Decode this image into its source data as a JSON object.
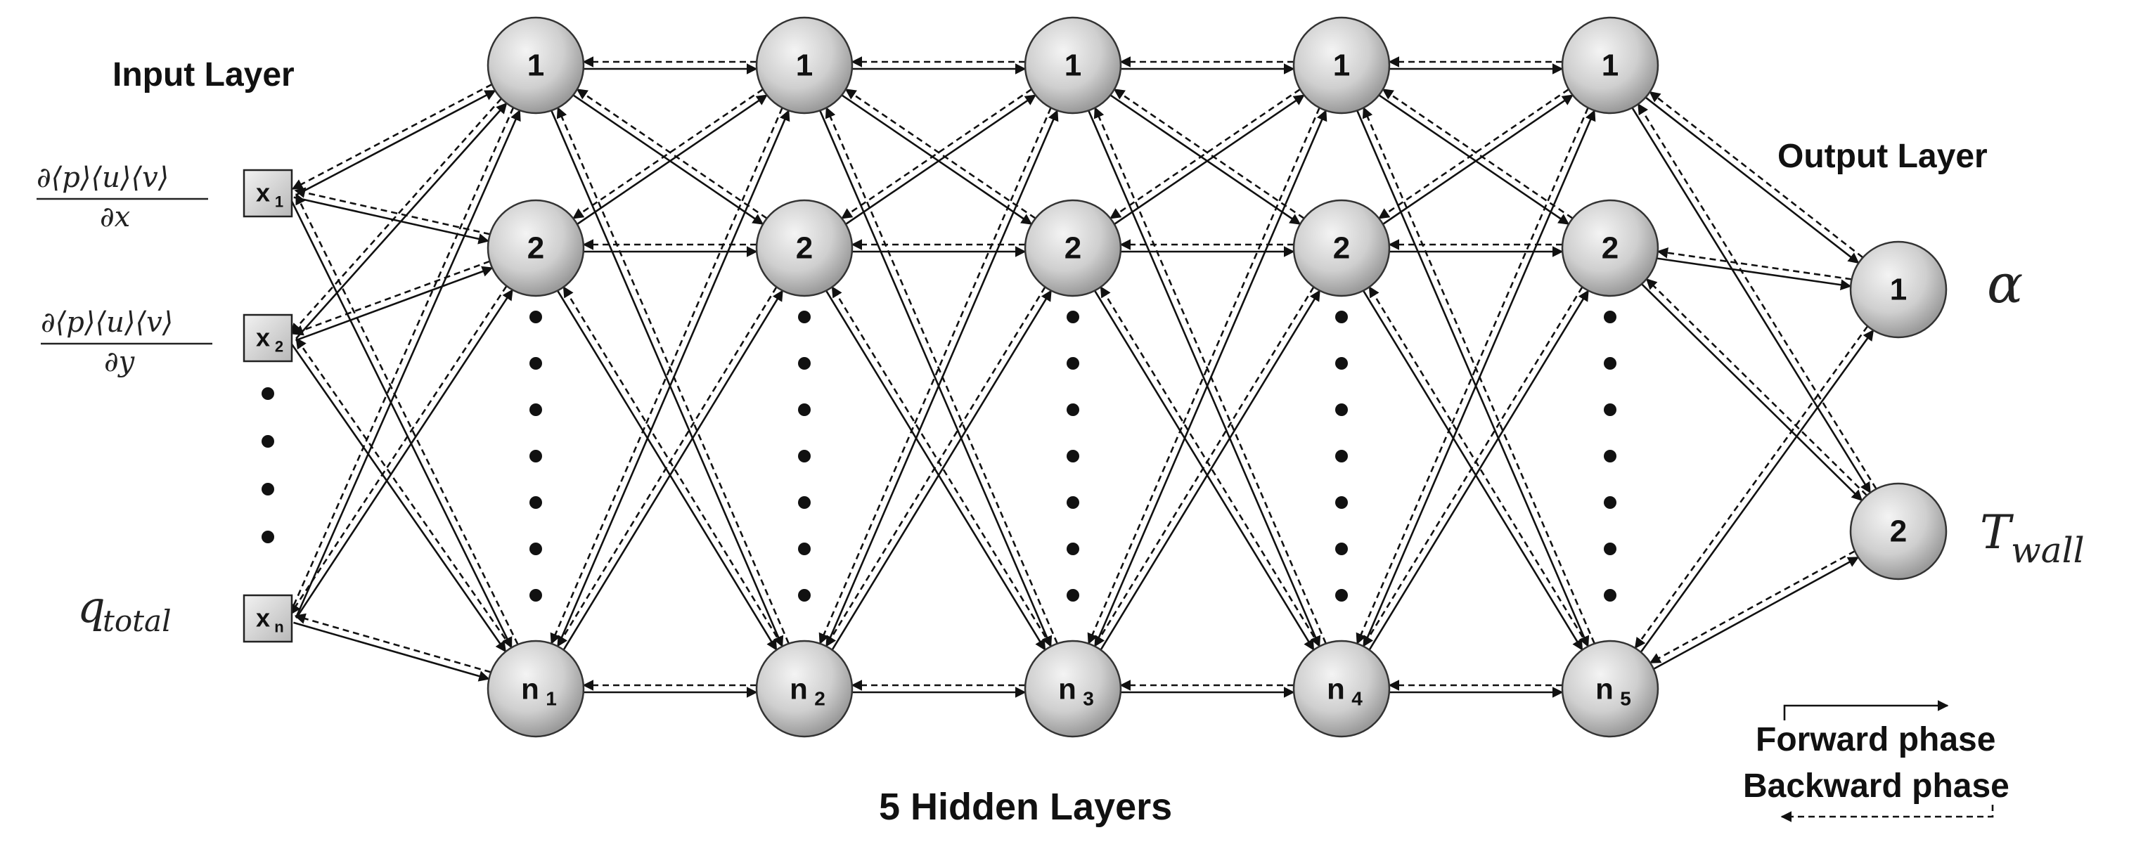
{
  "labels": {
    "input_layer": "Input Layer",
    "output_layer": "Output Layer",
    "hidden_layers": "5 Hidden Layers",
    "forward_phase": "Forward phase",
    "backward_phase": "Backward phase"
  },
  "inputs": [
    {
      "main": "x",
      "sub": "1",
      "feature": "∂⟨p⟩⟨u⟩⟨v⟩",
      "feature_den": "∂x"
    },
    {
      "main": "x",
      "sub": "2",
      "feature": "∂⟨p⟩⟨u⟩⟨v⟩",
      "feature_den": "∂y"
    },
    {
      "main": "x",
      "sub": "n",
      "feature_main": "q",
      "feature_sub": "total"
    }
  ],
  "hidden_layers": [
    {
      "nodes": [
        "1",
        "2"
      ],
      "last_main": "n",
      "last_sub": "1"
    },
    {
      "nodes": [
        "1",
        "2"
      ],
      "last_main": "n",
      "last_sub": "2"
    },
    {
      "nodes": [
        "1",
        "2"
      ],
      "last_main": "n",
      "last_sub": "3"
    },
    {
      "nodes": [
        "1",
        "2"
      ],
      "last_main": "n",
      "last_sub": "4"
    },
    {
      "nodes": [
        "1",
        "2"
      ],
      "last_main": "n",
      "last_sub": "5"
    }
  ],
  "outputs": [
    {
      "label": "1",
      "name_main": "α",
      "name_sub": ""
    },
    {
      "label": "2",
      "name_main": "T",
      "name_sub": "wall"
    }
  ],
  "colors": {
    "node_fill_light": "#f0f0f0",
    "node_fill_dark": "#9a9a9a",
    "stroke": "#111111"
  }
}
